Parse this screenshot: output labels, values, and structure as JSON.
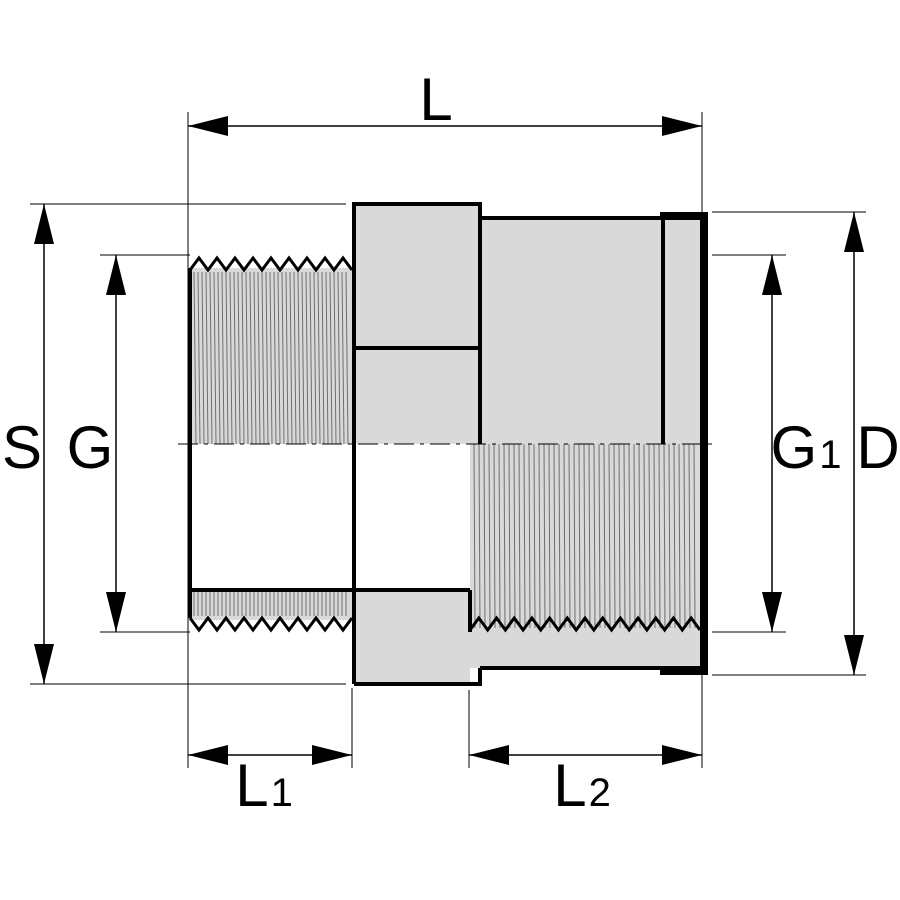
{
  "dimensions": {
    "L": {
      "main": "L",
      "sub": ""
    },
    "L1": {
      "main": "L",
      "sub": "1"
    },
    "L2": {
      "main": "L",
      "sub": "2"
    },
    "S": {
      "main": "S",
      "sub": ""
    },
    "G": {
      "main": "G",
      "sub": ""
    },
    "G1": {
      "main": "G",
      "sub": "1"
    },
    "D": {
      "main": "D",
      "sub": ""
    }
  },
  "colors": {
    "body_fill": "#d9d9d9",
    "outline": "#000000",
    "thread_lines": "#6e6e6e",
    "background": "#ffffff"
  }
}
